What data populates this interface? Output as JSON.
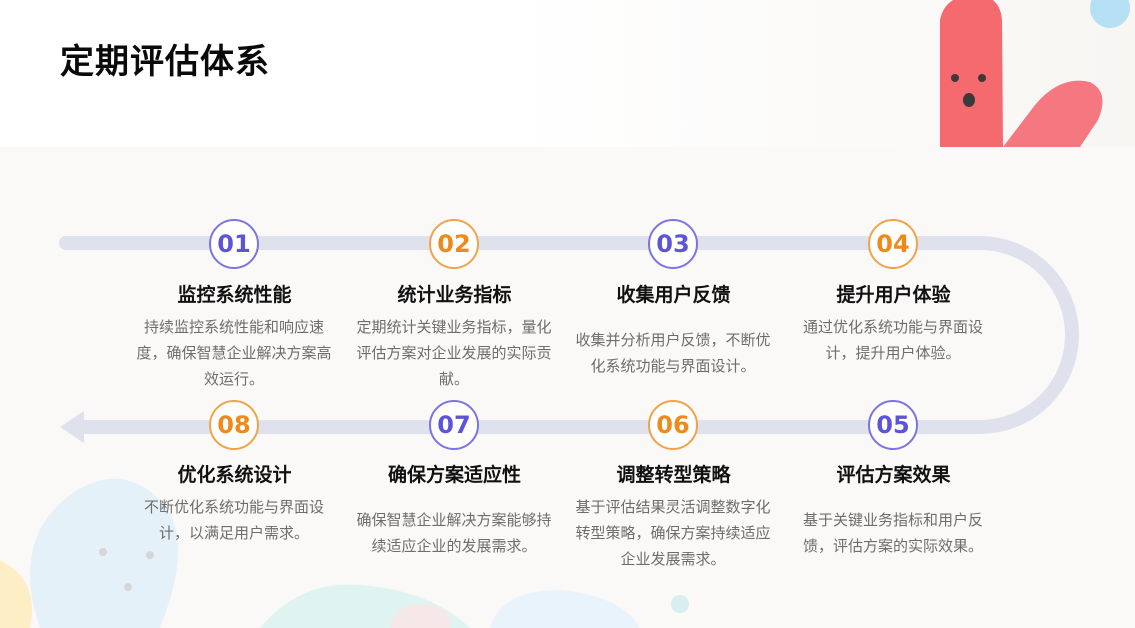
{
  "page": {
    "title": "定期评估体系"
  },
  "colors": {
    "accent_purple": "#5d55d8",
    "accent_orange": "#ef8a1a",
    "track": "#dfe1ec",
    "decor_red": "#f2555b",
    "decor_blue": "#a9dcf2"
  },
  "steps": [
    {
      "number": "01",
      "title": "监控系统性能",
      "description": "持续监控系统性能和响应速度，确保智慧企业解决方案高效运行。",
      "accent": "purple"
    },
    {
      "number": "02",
      "title": "统计业务指标",
      "description": "定期统计关键业务指标，量化评估方案对企业发展的实际贡献。",
      "accent": "orange"
    },
    {
      "number": "03",
      "title": "收集用户反馈",
      "description": "收集并分析用户反馈，不断优化系统功能与界面设计。",
      "accent": "purple"
    },
    {
      "number": "04",
      "title": "提升用户体验",
      "description": "通过优化系统功能与界面设计，提升用户体验。",
      "accent": "orange"
    },
    {
      "number": "05",
      "title": "评估方案效果",
      "description": "基于关键业务指标和用户反馈，评估方案的实际效果。",
      "accent": "purple"
    },
    {
      "number": "06",
      "title": "调整转型策略",
      "description": "基于评估结果灵活调整数字化转型策略，确保方案持续适应企业发展需求。",
      "accent": "orange"
    },
    {
      "number": "07",
      "title": "确保方案适应性",
      "description": "确保智慧企业解决方案能够持续适应企业的发展需求。",
      "accent": "purple"
    },
    {
      "number": "08",
      "title": "优化系统设计",
      "description": "不断优化系统功能与界面设计，以满足用户需求。",
      "accent": "orange"
    }
  ]
}
